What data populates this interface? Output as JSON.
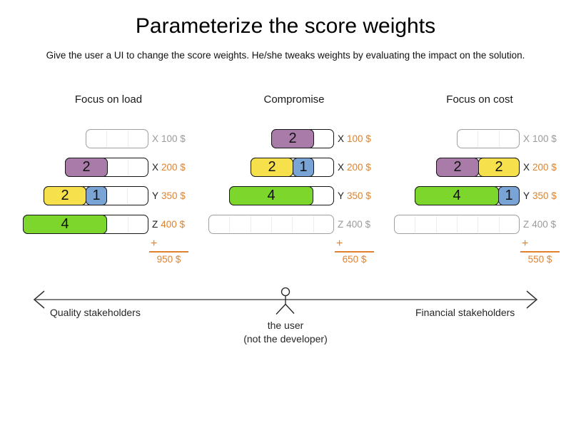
{
  "slide": {
    "title": "Parameterize the score weights",
    "subtitle": "Give the user a UI to change the score weights. He/she tweaks weights by evaluating the impact on the solution."
  },
  "colors": {
    "purple": "#a87ba9",
    "yellow": "#f6e04b",
    "blue": "#7ba4d6",
    "green": "#7cd62c",
    "orange": "#e0822d",
    "muted_gray": "#9a9a9a"
  },
  "panels": [
    {
      "title": "Focus on load",
      "plus_sign": "+",
      "total": "950 $",
      "rows": [
        {
          "resource": "X",
          "price": "100 $",
          "capacity": 3,
          "blocks": []
        },
        {
          "resource": "X",
          "price": "200 $",
          "capacity": 4,
          "blocks": [
            {
              "value": "2",
              "color": "purple"
            }
          ]
        },
        {
          "resource": "Y",
          "price": "350 $",
          "capacity": 5,
          "blocks": [
            {
              "value": "2",
              "color": "yellow"
            },
            {
              "value": "1",
              "color": "blue"
            }
          ]
        },
        {
          "resource": "Z",
          "price": "400 $",
          "capacity": 6,
          "blocks": [
            {
              "value": "4",
              "color": "green"
            }
          ]
        }
      ]
    },
    {
      "title": "Compromise",
      "plus_sign": "+",
      "total": "650 $",
      "rows": [
        {
          "resource": "X",
          "price": "100 $",
          "capacity": 3,
          "blocks": [
            {
              "value": "2",
              "color": "purple"
            }
          ]
        },
        {
          "resource": "X",
          "price": "200 $",
          "capacity": 4,
          "blocks": [
            {
              "value": "2",
              "color": "yellow"
            },
            {
              "value": "1",
              "color": "blue"
            }
          ]
        },
        {
          "resource": "Y",
          "price": "350 $",
          "capacity": 5,
          "blocks": [
            {
              "value": "4",
              "color": "green"
            }
          ]
        },
        {
          "resource": "Z",
          "price": "400 $",
          "capacity": 6,
          "blocks": []
        }
      ]
    },
    {
      "title": "Focus on cost",
      "plus_sign": "+",
      "total": "550 $",
      "rows": [
        {
          "resource": "X",
          "price": "100 $",
          "capacity": 3,
          "blocks": []
        },
        {
          "resource": "X",
          "price": "200 $",
          "capacity": 4,
          "blocks": [
            {
              "value": "2",
              "color": "purple"
            },
            {
              "value": "2",
              "color": "yellow"
            }
          ]
        },
        {
          "resource": "Y",
          "price": "350 $",
          "capacity": 5,
          "blocks": [
            {
              "value": "4",
              "color": "green"
            },
            {
              "value": "1",
              "color": "blue"
            }
          ]
        },
        {
          "resource": "Z",
          "price": "400 $",
          "capacity": 6,
          "blocks": []
        }
      ]
    }
  ],
  "axis": {
    "left_label": "Quality stakeholders",
    "right_label": "Financial stakeholders",
    "user_label_line1": "the user",
    "user_label_line2": "(not the developer)"
  }
}
